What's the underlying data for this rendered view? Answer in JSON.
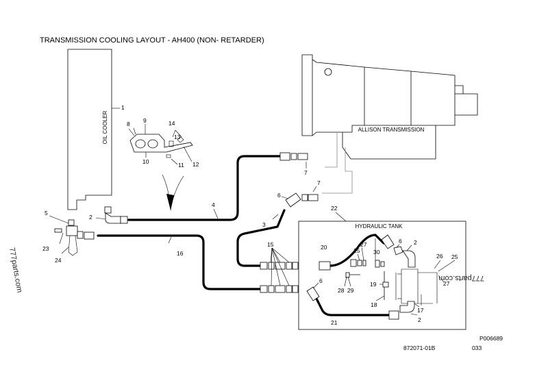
{
  "title": "TRANSMISSION COOLING LAYOUT - AH400 (NON- RETARDER)",
  "labels": {
    "oil_cooler": "OIL COOLER",
    "allison_transmission": "ALLISON TRANSMISSION",
    "hydraulic_tank": "HYDRAULIC TANK"
  },
  "callouts": {
    "c1": "1",
    "c2a": "2",
    "c2b": "2",
    "c2c": "2",
    "c3": "3",
    "c4": "4",
    "c5": "5",
    "c6a": "6",
    "c6b": "6",
    "c6c": "6",
    "c7a": "7",
    "c7b": "7",
    "c8": "8",
    "c9": "9",
    "c10": "10",
    "c11": "11",
    "c12": "12",
    "c13": "13",
    "c14": "14",
    "c15": "15",
    "c16": "16",
    "c17": "17",
    "c18": "18",
    "c19": "19",
    "c20": "20",
    "c21": "21",
    "c22": "22",
    "c23": "23",
    "c24": "24",
    "c25a": "25",
    "c25b": "25",
    "c26": "26",
    "c27a": "27",
    "c27b": "27",
    "c28": "28",
    "c29": "29",
    "c30": "30"
  },
  "watermarks": {
    "wm1": "777parts.com",
    "wm2": "777parts.com"
  },
  "footer": {
    "ref_code": "P006689",
    "part_number": "872071-01B",
    "page": "033"
  }
}
